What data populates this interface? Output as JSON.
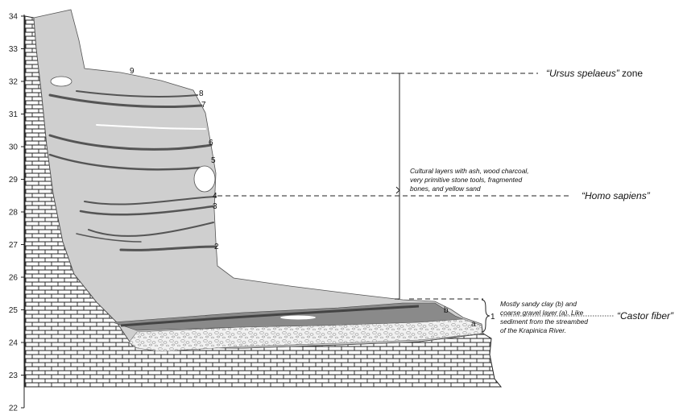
{
  "axis": {
    "ticks": [
      "34",
      "33",
      "32",
      "31",
      "30",
      "29",
      "28",
      "27",
      "26",
      "25",
      "24",
      "23",
      "22"
    ]
  },
  "layers": {
    "numbers": [
      "9",
      "8",
      "7",
      "6",
      "5",
      "4",
      "3",
      "2"
    ],
    "lower": [
      "b",
      "a"
    ],
    "bracket_label": "1"
  },
  "annotations": {
    "cultural": [
      "Cultural layers with ash, wood charcoal,",
      "very primitive stone tools, fragmented",
      "bones, and yellow sand"
    ],
    "lower": [
      "Mostly sandy clay (b) and",
      "coarse gravel layer (a). Like",
      "sediment from the streambed",
      "of the Krapinica River."
    ]
  },
  "zones": {
    "ursus_italic": "“Ursus spelaeus”",
    "ursus_suffix": " zone",
    "homo": "“Homo sapiens”",
    "castor": "“Castor fiber”"
  },
  "colors": {
    "sediment": "#cfcfcf",
    "dark_band": "#555555",
    "lower_band": "#8a8a8a",
    "gravel": "#e8e8e8",
    "line": "#222222"
  }
}
